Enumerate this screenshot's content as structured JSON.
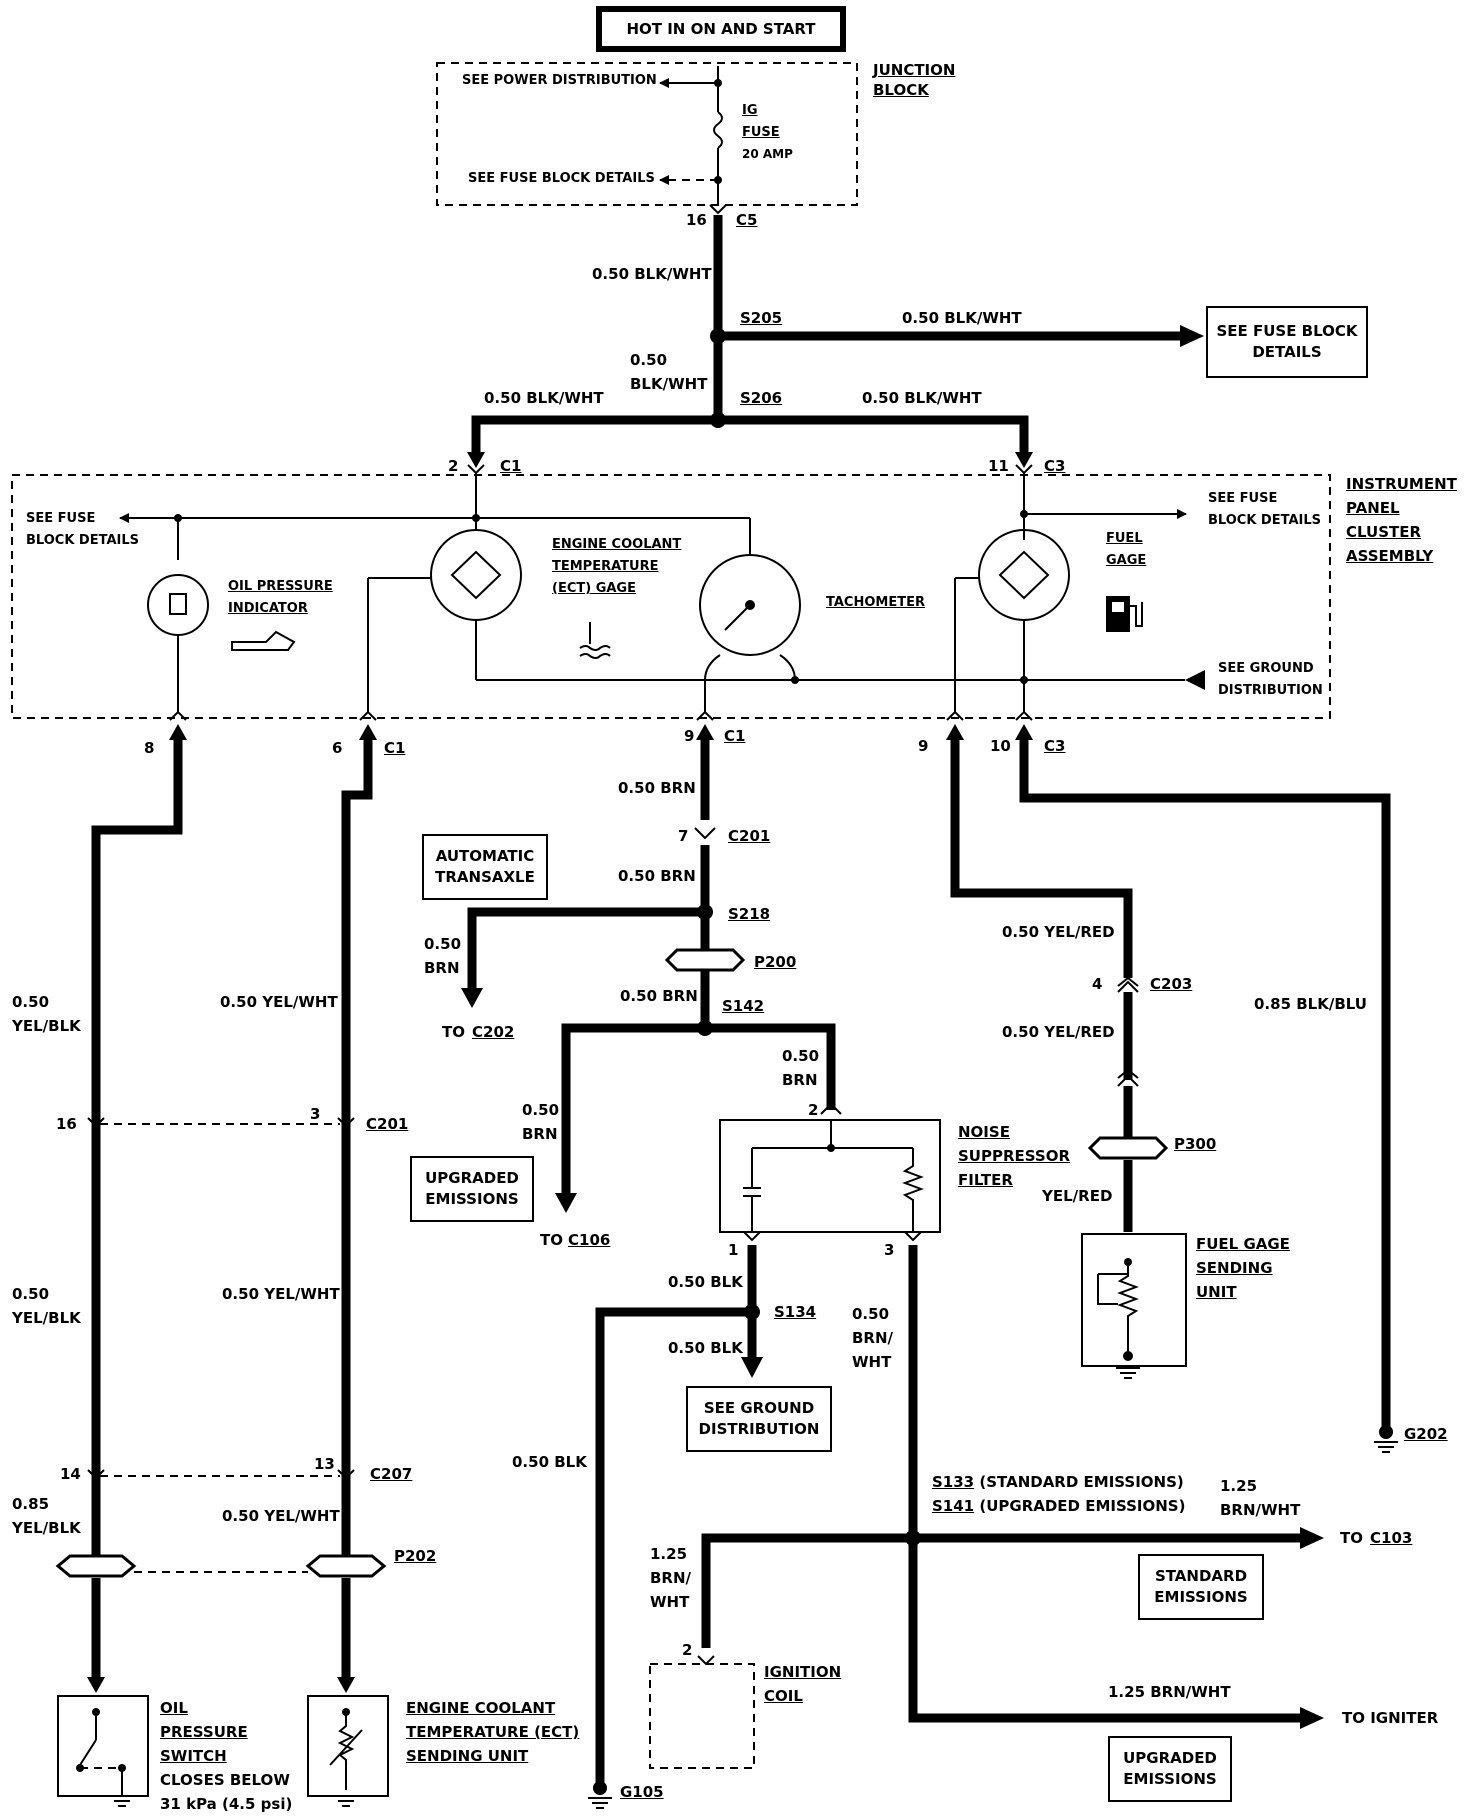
{
  "title": "HOT IN ON AND START",
  "junction_block": {
    "label": "JUNCTION BLOCK",
    "power": "SEE POWER DISTRIBUTION",
    "fuse_details": "SEE FUSE BLOCK DETAILS",
    "fuse_line1": "IG",
    "fuse_line2": "FUSE",
    "fuse_rating": "20 AMP"
  },
  "cluster": {
    "label_lines": [
      "INSTRUMENT",
      "PANEL",
      "CLUSTER",
      "ASSEMBLY"
    ],
    "see_fuse_left": [
      "SEE FUSE",
      "BLOCK DETAILS"
    ],
    "see_fuse_right": [
      "SEE FUSE",
      "BLOCK DETAILS"
    ],
    "see_ground": [
      "SEE GROUND",
      "DISTRIBUTION"
    ],
    "oil_indicator": [
      "OIL PRESSURE",
      "INDICATOR"
    ],
    "ect_gage": [
      "ENGINE COOLANT",
      "TEMPERATURE",
      "(ECT) GAGE"
    ],
    "tachometer": "TACHOMETER",
    "fuel_gage": [
      "FUEL",
      "GAGE"
    ]
  },
  "boxes": {
    "see_fuse_block": "SEE FUSE BLOCK\nDETAILS",
    "automatic_transaxle": "AUTOMATIC\nTRANSAXLE",
    "upgraded_emissions_1": "UPGRADED\nEMISSIONS",
    "see_ground_dist": "SEE GROUND\nDISTRIBUTION",
    "standard_emissions": "STANDARD\nEMISSIONS",
    "upgraded_emissions_2": "UPGRADED\nEMISSIONS"
  },
  "wires": {
    "w_c5": "0.50 BLK/WHT",
    "w_s205_right": "0.50 BLK/WHT",
    "w_s206_top": [
      "0.50",
      "BLK/WHT"
    ],
    "w_s206_left": "0.50 BLK/WHT",
    "w_s206_right": "0.50 BLK/WHT",
    "w_brn_1": "0.50 BRN",
    "w_brn_2": "0.50 BRN",
    "w_brn_to_c202": [
      "0.50",
      "BRN"
    ],
    "w_brn_3": "0.50 BRN",
    "w_brn_noise": [
      "0.50",
      "BRN"
    ],
    "w_brn_to_c106": [
      "0.50",
      "BRN"
    ],
    "w_yelblk_1": [
      "0.50",
      "YEL/BLK"
    ],
    "w_yelwht_1": "0.50 YEL/WHT",
    "w_yelblk_2": [
      "0.50",
      "YEL/BLK"
    ],
    "w_yelwht_2": "0.50 YEL/WHT",
    "w_yelblk_3": [
      "0.85",
      "YEL/BLK"
    ],
    "w_yelwht_3": "0.50 YEL/WHT",
    "w_yelred_1": "0.50 YEL/RED",
    "w_yelred_2": "0.50 YEL/RED",
    "w_yelred_3": "YEL/RED",
    "w_blkblu": "0.85 BLK/BLU",
    "w_blk_1": "0.50 BLK",
    "w_blk_2": "0.50 BLK",
    "w_blk_3": "0.50 BLK",
    "w_brnwht_1": [
      "0.50",
      "BRN/",
      "WHT"
    ],
    "w_brnwht_2": [
      "1.25",
      "BRN/WHT"
    ],
    "w_brnwht_3": [
      "1.25",
      "BRN/",
      "WHT"
    ],
    "w_brnwht_4": "1.25 BRN/WHT"
  },
  "connectors": {
    "c5": "C5",
    "c5_pin": "16",
    "c1_top": "C1",
    "c1_top_pin": "2",
    "c3_top": "C3",
    "c3_top_pin": "11",
    "c1_bottom": "C1",
    "c1_pin8": "8",
    "c1_pin6": "6",
    "c1_pin9": "9",
    "c1_mid": "C1",
    "c3_bottom": "C3",
    "c3_pin9": "9",
    "c3_pin10": "10",
    "c201": "C201",
    "c201_pin": "7",
    "c201_left": "C201",
    "c201_pin16": "16",
    "c201_pin3": "3",
    "c202": "C202",
    "c203": "C203",
    "c203_pin": "4",
    "c207": "C207",
    "c207_pin14": "14",
    "c207_pin13": "13",
    "c106": "C106",
    "c103": "C103",
    "p200": "P200",
    "p202": "P202",
    "p300": "P300",
    "noise_pin2": "2",
    "noise_pin1": "1",
    "noise_pin3": "3",
    "coil_pin2": "2"
  },
  "splices": {
    "s205": "S205",
    "s206": "S206",
    "s218": "S218",
    "s142": "S142",
    "s134": "S134",
    "s133": "S133",
    "s133_text": "(STANDARD EMISSIONS)",
    "s141": "S141",
    "s141_text": "(UPGRADED EMISSIONS)"
  },
  "grounds": {
    "g105": "G105",
    "g202": "G202"
  },
  "to_labels": {
    "to_prefix": "TO",
    "to_igniter": "TO IGNITER"
  },
  "components": {
    "noise_filter": [
      "NOISE",
      "SUPPRESSOR",
      "FILTER"
    ],
    "fuel_sending": [
      "FUEL GAGE",
      "SENDING",
      "UNIT"
    ],
    "ignition_coil": [
      "IGNITION",
      "COIL"
    ],
    "oil_switch": [
      "OIL",
      "PRESSURE",
      "SWITCH"
    ],
    "oil_switch_note": [
      "CLOSES BELOW",
      "31 kPa (4.5 psi)"
    ],
    "ect_sending": [
      "ENGINE COOLANT",
      "TEMPERATURE (ECT)",
      "SENDING UNIT"
    ]
  }
}
